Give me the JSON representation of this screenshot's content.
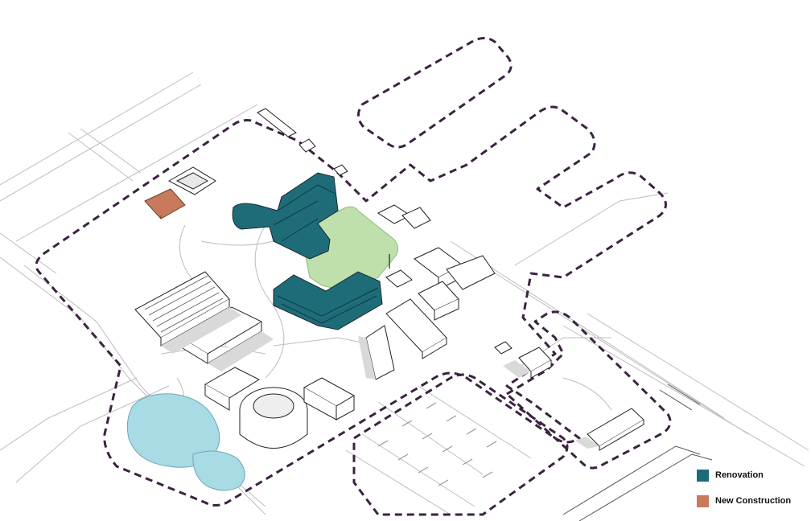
{
  "legend": {
    "items": [
      {
        "label": "Renovation",
        "color": "#1c6b78",
        "icon": "renovation-swatch"
      },
      {
        "label": "New Construction",
        "color": "#c97a5c",
        "icon": "new-construction-swatch"
      }
    ]
  },
  "colors": {
    "boundary": "#3b2340",
    "lawn": "#bfe0ad",
    "pond": "#a9dbe5",
    "road": "#bdbdbd",
    "building_outline": "#222222"
  }
}
